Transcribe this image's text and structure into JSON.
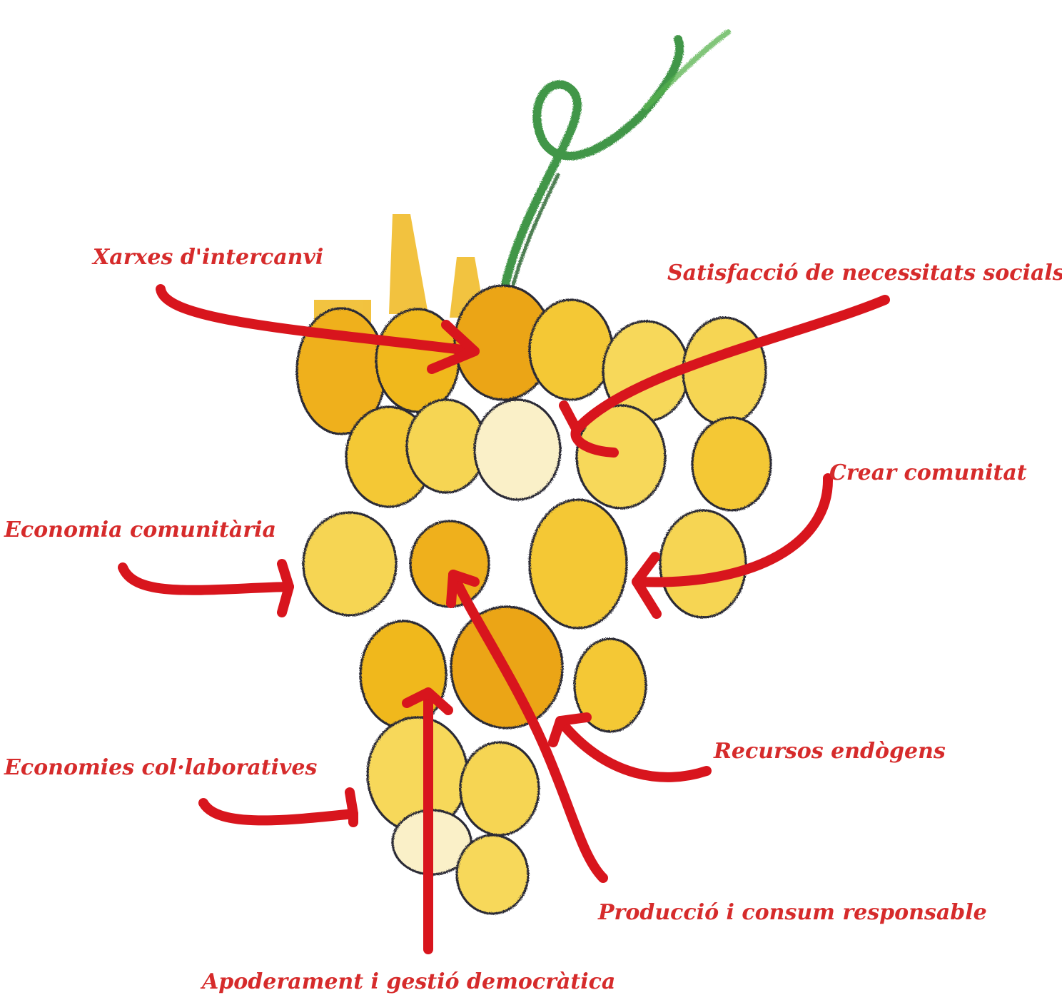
{
  "labels": {
    "xarxes": "Xarxes d'intercanvi",
    "satisfaccio": "Satisfacció de necessitats socials",
    "crear": "Crear comunitat",
    "economia": "Economia comunitària",
    "recursos": "Recursos endògens",
    "economies": "Economies col·laboratives",
    "produccio": "Producció i consum responsable",
    "apoderament": "Apoderament i gestió democràtica"
  },
  "colors": {
    "label": "#d62b2b",
    "arrow": "#d8151d",
    "grape_fill": "#f0b81e",
    "grape_fill_light": "#f7d85a",
    "grape_outline": "#2c2a36",
    "stem": "#2e8b35"
  }
}
